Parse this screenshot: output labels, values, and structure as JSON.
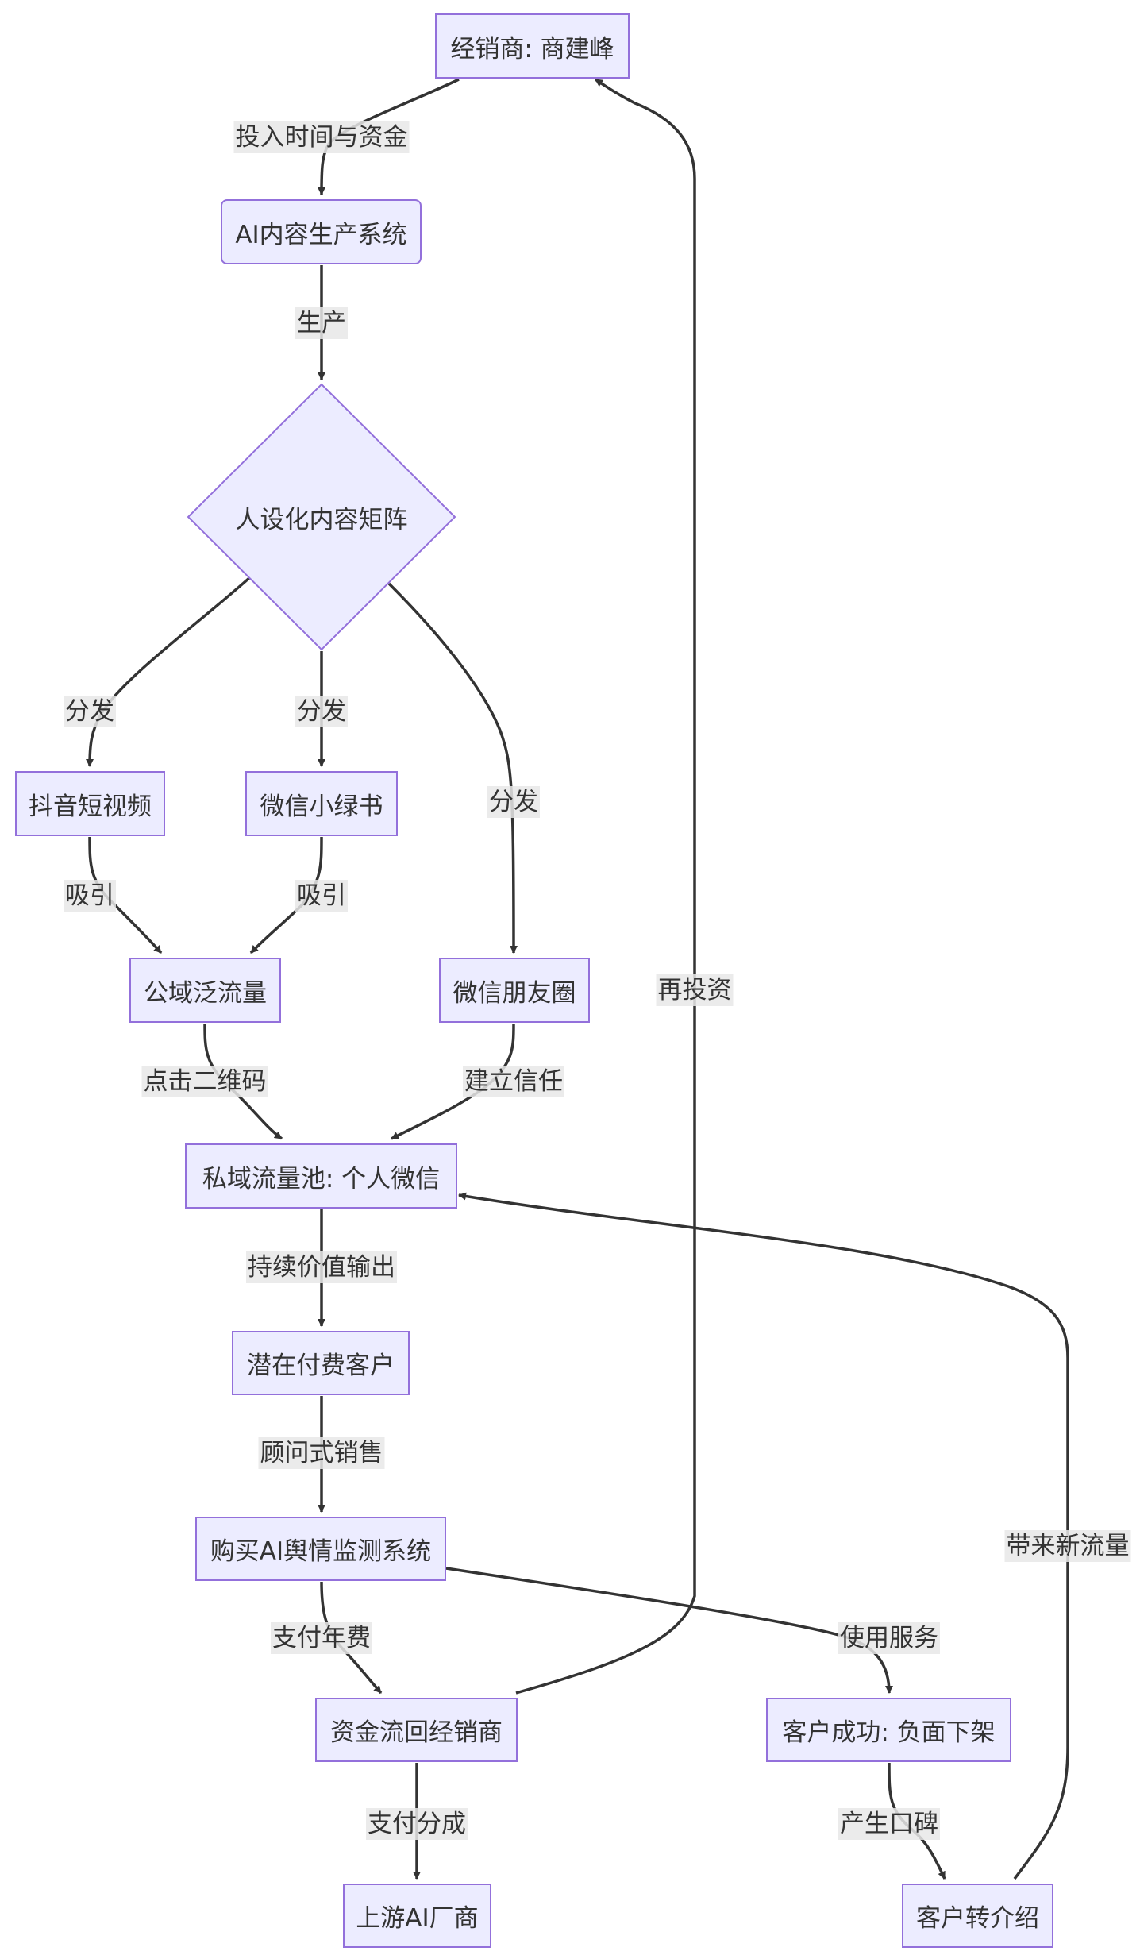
{
  "nodes": {
    "dealer": "经销商: 商建峰",
    "ai_content": "AI内容生产系统",
    "persona_matrix": "人设化内容矩阵",
    "douyin": "抖音短视频",
    "wechat_green_book": "微信小绿书",
    "public_traffic": "公域泛流量",
    "moments": "微信朋友圈",
    "private_pool": "私域流量池: 个人微信",
    "potential_customer": "潜在付费客户",
    "buy_system": "购买AI舆情监测系统",
    "funds_return": "资金流回经销商",
    "customer_success": "客户成功: 负面下架",
    "upstream_vendor": "上游AI厂商",
    "referral": "客户转介绍"
  },
  "edges": {
    "invest": "投入时间与资金",
    "produce": "生产",
    "distribute_douyin": "分发",
    "distribute_green": "分发",
    "distribute_moments": "分发",
    "attract_douyin": "吸引",
    "attract_green": "吸引",
    "scan_qr": "点击二维码",
    "build_trust": "建立信任",
    "value_output": "持续价值输出",
    "consult_sales": "顾问式销售",
    "pay_annual": "支付年费",
    "use_service": "使用服务",
    "pay_share": "支付分成",
    "word_of_mouth": "产生口碑",
    "new_traffic": "带来新流量",
    "reinvest": "再投资"
  },
  "colors": {
    "node_fill": "#ECECFF",
    "node_border": "#9370DB",
    "edge": "#333333",
    "label_bg": "#E8E8E8"
  }
}
